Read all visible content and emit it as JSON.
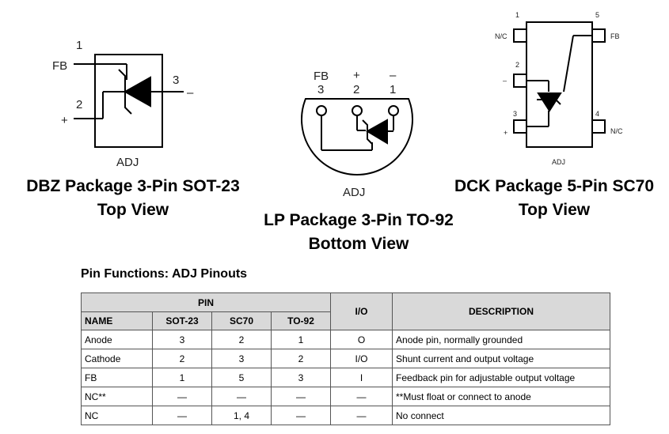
{
  "diagram_dbz": {
    "pin1": "1",
    "pin2": "2",
    "pin3": "3",
    "fb": "FB",
    "plus": "+",
    "minus": "–",
    "adj": "ADJ",
    "caption_line1": "DBZ Package 3-Pin SOT-23",
    "caption_line2": "Top View"
  },
  "diagram_lp": {
    "fb": "FB",
    "plus": "+",
    "minus": "–",
    "pin3": "3",
    "pin2": "2",
    "pin1": "1",
    "adj": "ADJ",
    "caption_line1": "LP Package 3-Pin TO-92",
    "caption_line2": "Bottom View"
  },
  "diagram_dck": {
    "pin1": "1",
    "pin2": "2",
    "pin3": "3",
    "pin4": "4",
    "pin5": "5",
    "nc_left": "N/C",
    "nc_right": "N/C",
    "fb": "FB",
    "minus": "–",
    "plus": "+",
    "adj": "ADJ",
    "caption_line1": "DCK Package 5-Pin SC70",
    "caption_line2": "Top View"
  },
  "table": {
    "title": "Pin Functions: ADJ Pinouts",
    "header_pin": "PIN",
    "header_io": "I/O",
    "header_desc": "DESCRIPTION",
    "sub_headers": [
      "NAME",
      "SOT-23",
      "SC70",
      "TO-92"
    ],
    "rows": [
      {
        "name": "Anode",
        "sot23": "3",
        "sc70": "2",
        "to92": "1",
        "io": "O",
        "desc": "Anode pin, normally grounded"
      },
      {
        "name": "Cathode",
        "sot23": "2",
        "sc70": "3",
        "to92": "2",
        "io": "I/O",
        "desc": "Shunt current and output voltage"
      },
      {
        "name": "FB",
        "sot23": "1",
        "sc70": "5",
        "to92": "3",
        "io": "I",
        "desc": "Feedback pin for adjustable output voltage"
      },
      {
        "name": "NC**",
        "sot23": "—",
        "sc70": "—",
        "to92": "—",
        "io": "—",
        "desc": "**Must float or connect to anode"
      },
      {
        "name": "NC",
        "sot23": "—",
        "sc70": "1, 4",
        "to92": "—",
        "io": "—",
        "desc": "No connect"
      }
    ]
  }
}
